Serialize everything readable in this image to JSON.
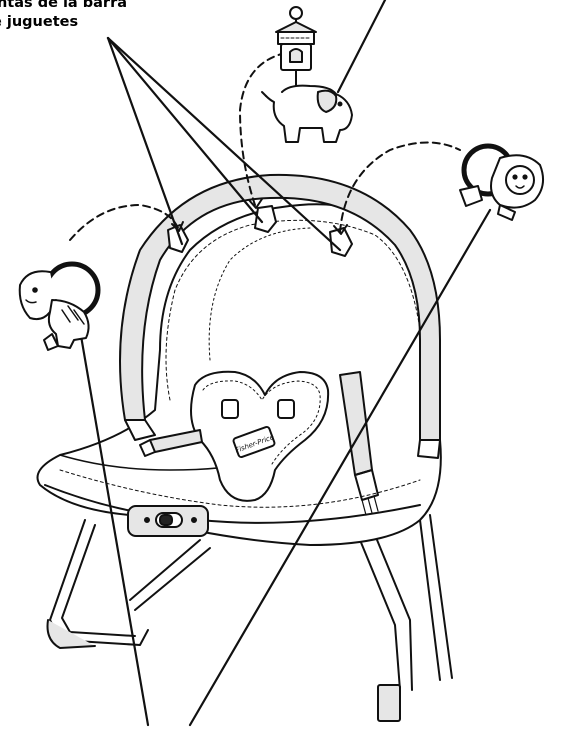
{
  "callout": {
    "line1": "intas de la barra",
    "line2": "e juguetes"
  },
  "product": {
    "seat_logo": "Fisher-Price"
  },
  "colors": {
    "line": "#111111",
    "shade": "#e6e6e6",
    "background": "#ffffff"
  },
  "toys": [
    {
      "name": "elephant-house-toy"
    },
    {
      "name": "lion-ring-toy"
    },
    {
      "name": "zebra-ring-toy"
    }
  ]
}
